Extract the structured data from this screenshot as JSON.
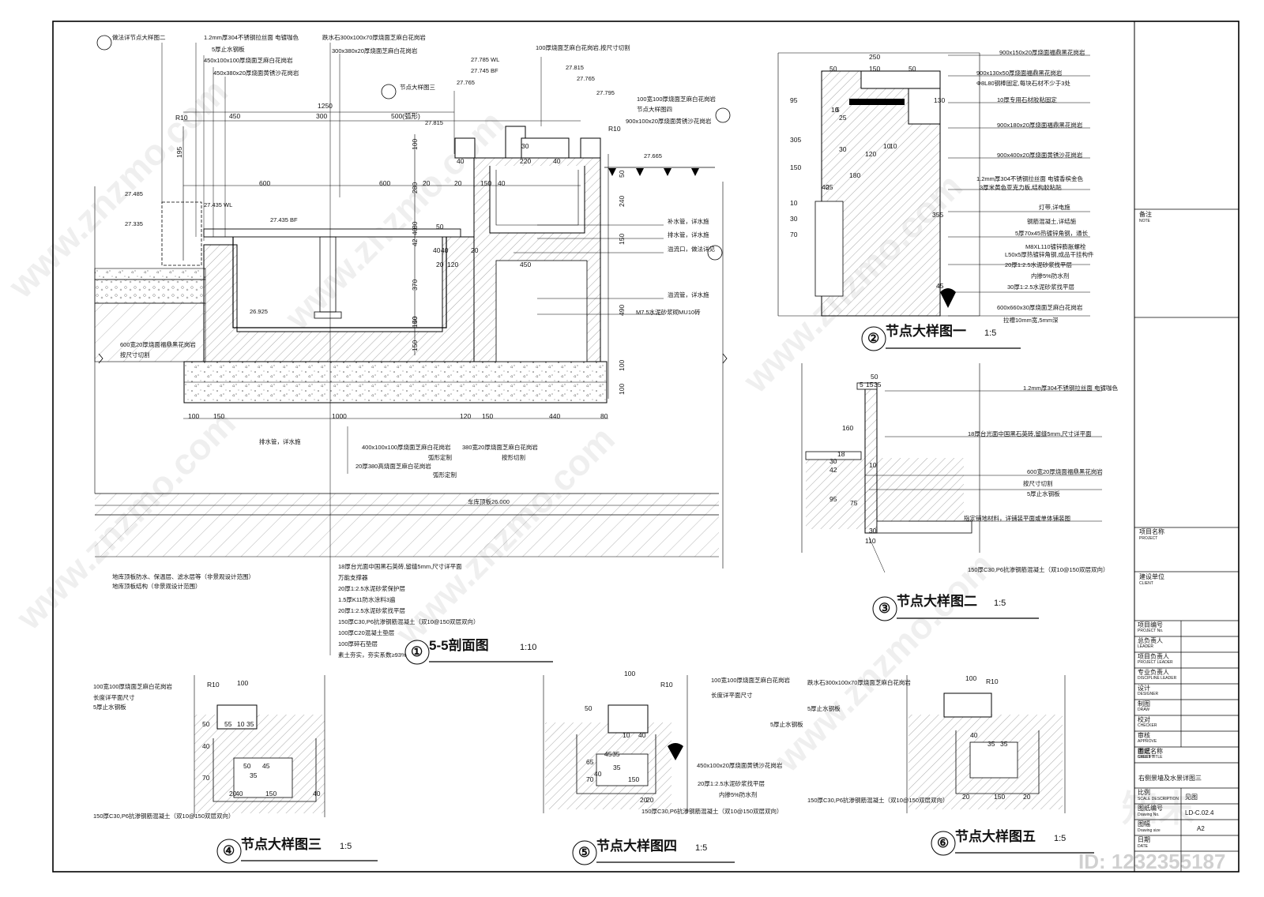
{
  "drawing": {
    "sheet_title": "右侧景墙及水景详图三",
    "sheet_no": "LD-C.02.4",
    "drawing_size": "A2",
    "ratio_value": "见图",
    "id_watermark": "ID: 1232355187",
    "brand_watermark": "知末",
    "site_watermark": "www.znzmo.com"
  },
  "title_block": {
    "note": {
      "cn": "备注",
      "en": "NOTE"
    },
    "project": {
      "cn": "项目名称",
      "en": "PROJECT"
    },
    "client": {
      "cn": "建设单位",
      "en": "CLIENT"
    },
    "roles": [
      {
        "cn": "项目编号",
        "en": "PROJECT No."
      },
      {
        "cn": "总负责人",
        "en": "LEADER"
      },
      {
        "cn": "项目负责人",
        "en": "PROJECT LEADER"
      },
      {
        "cn": "专业负责人",
        "en": "DISCIPLINE LEADER"
      },
      {
        "cn": "设计",
        "en": "DESIGNER"
      },
      {
        "cn": "制图",
        "en": "DRAW"
      },
      {
        "cn": "校对",
        "en": "CHECKER"
      },
      {
        "cn": "审核",
        "en": "APPROVE"
      },
      {
        "cn": "审定",
        "en": "CERTIFY"
      }
    ],
    "sheet_title_label": {
      "cn": "图纸名称",
      "en": "SHEET TITLE"
    },
    "ratio_label": {
      "cn": "比例",
      "en": "SCALE DESCRIPTION"
    },
    "sheet_no_label": {
      "cn": "图纸编号",
      "en": "Drawing No."
    },
    "size_label": {
      "cn": "图幅",
      "en": "Drawing size"
    },
    "date_label": {
      "cn": "日期",
      "en": "DATE"
    }
  },
  "details": [
    {
      "num": "①",
      "title": "5-5剖面图",
      "scale": "1:10"
    },
    {
      "num": "②",
      "title": "节点大样图一",
      "scale": "1:5"
    },
    {
      "num": "③",
      "title": "节点大样图二",
      "scale": "1:5"
    },
    {
      "num": "④",
      "title": "节点大样图三",
      "scale": "1:5"
    },
    {
      "num": "⑤",
      "title": "节点大样图四",
      "scale": "1:5"
    },
    {
      "num": "⑥",
      "title": "节点大样图五",
      "scale": "1:5"
    }
  ],
  "section": {
    "top_notes": [
      "做法详节点大样图二",
      "1.2mm厚304不锈钢拉丝面 电镀咖色",
      "5厚止水钢板",
      "450x100x100厚烧面芝麻白花岗岩",
      "450x380x20厚烧面黄锈沙花岗岩",
      "跌水石300x100x70厚烧面芝麻白花岗岩",
      "300x380x20厚烧面芝麻白花岗岩",
      "100厚烧面芝麻白花岗岩,按尺寸切割",
      "节点大样图三",
      "100宽100厚烧面芝麻白花岗岩",
      "节点大样图四",
      "900x100x20厚烧面黄锈沙花岗岩"
    ],
    "elevations": [
      "27.785 WL",
      "27.745 BF",
      "27.815",
      "27.765",
      "27.765",
      "27.795",
      "27.815",
      "27.665",
      "27.485",
      "27.335",
      "27.435 WL",
      "27.435 BF",
      "26.925",
      "车库顶板26.000"
    ],
    "right_notes": [
      "补水管，详水施",
      "排水管，详水施",
      "溢流口，做法详见",
      "溢流管，详水施",
      "M7.5水泥砂浆砌MU10砖"
    ],
    "left_notes": [
      "600宽20厚烧面福鼎黑花岗岩",
      "按尺寸切割"
    ],
    "bottom_notes": [
      "排水管，详水施",
      "400x100x100厚烧面芝麻白花岗岩",
      "弧形定制",
      "20厚380高烧面芝麻白花岗岩",
      "弧形定制",
      "380宽20厚烧面芝麻白花岗岩",
      "按形切割"
    ],
    "garage_notes": [
      "地库顶板防水、保温层、滤水层等（非景观设计范围）",
      "地库顶板结构（非景观设计范围）"
    ],
    "layers": [
      "18厚台光面中国黑石英砖,留缝5mm,尺寸详平面",
      "万能支撑器",
      "20厚1:2.5水泥砂浆保护层",
      "1.5厚K11防水涂料3遍",
      "20厚1:2.5水泥砂浆找平层",
      "150厚C30,P6抗渗钢筋混凝土（双10@150双层双向）",
      "100厚C20混凝土垫层",
      "100厚碎石垫层",
      "素土夯实，夯实系数≥93%"
    ],
    "dims_top": [
      "1250",
      "450",
      "300",
      "500(弧形)",
      "600",
      "600",
      "40",
      "220",
      "40",
      "30",
      "R10",
      "R10"
    ],
    "dims_bottom": [
      "100",
      "150",
      "1000",
      "120",
      "150",
      "440",
      "80"
    ],
    "dims_mid": [
      "20",
      "20",
      "150",
      "40",
      "450",
      "120",
      "40",
      "20",
      "50",
      "20",
      "40"
    ],
    "dims_vert": [
      "195",
      "100",
      "280",
      "80",
      "370",
      "150",
      "100",
      "100",
      "50",
      "240",
      "150",
      "490",
      "150",
      "40",
      "42",
      "40"
    ]
  },
  "detail1": {
    "notes": [
      "900x150x20厚烧面福鼎黑花岗岩",
      "900x130x50厚烧面福鼎黑花岗岩",
      "Φ8L80钢棒固定,每块石材不少于3处",
      "10厚专用石材胶粘固定",
      "900x180x20厚烧面福鼎黑花岗岩",
      "900x400x20厚烧面黄锈沙花岗岩",
      "1.2mm厚304不锈钢拉丝面 电镀香槟金色",
      "3厚米黄色亚克力板,结构胶粘贴",
      "灯带,详电施",
      "钢筋混凝土,详结施",
      "5厚70x45热镀锌角钢，通长",
      "M8XL110镀锌膨胀螺栓",
      "L50x5厚热镀锌角钢,成品干挂构件",
      "20厚1:2.5水泥砂浆找平层",
      "内掺5%防水剂",
      "30厚1:2.5水泥砂浆找平层",
      "600x660x30厚烧面芝麻白花岗岩",
      "拉槽10mm宽,5mm深"
    ],
    "dims": [
      "250",
      "50",
      "150",
      "50",
      "10",
      "5",
      "25",
      "30",
      "120",
      "10",
      "10",
      "40",
      "25",
      "95",
      "130",
      "305",
      "180",
      "150",
      "355",
      "10",
      "30",
      "70",
      "45"
    ]
  },
  "detail2": {
    "notes": [
      "1.2mm厚304不锈钢拉丝面 电镀咖色",
      "18厚台光面中国黑石英砖,留缝5mm,尺寸详平面",
      "600宽20厚烧面福鼎黑花岗岩",
      "按尺寸切割",
      "5厚止水钢板",
      "指定铺地材料，详铺装平面或单体铺装图",
      "150厚C30,P6抗渗钢筋混凝土（双10@150双层双向）"
    ],
    "dims": [
      "50",
      "5",
      "15",
      "35",
      "160",
      "30",
      "42",
      "18",
      "10",
      "95",
      "75",
      "30",
      "110"
    ]
  },
  "detail3": {
    "notes": [
      "100宽100厚烧面芝麻白花岗岩",
      "长度详平面尺寸",
      "5厚止水钢板",
      "150厚C30,P6抗渗钢筋混凝土（双10@150双层双向）"
    ],
    "dims": [
      "R10",
      "100",
      "50",
      "55",
      "10",
      "35",
      "40",
      "50",
      "45",
      "35",
      "70",
      "20",
      "40",
      "150",
      "40"
    ]
  },
  "detail4": {
    "notes": [
      "100宽100厚烧面芝麻白花岗岩",
      "长度详平面尺寸",
      "5厚止水钢板",
      "450x100x20厚烧面黄锈沙花岗岩",
      "20厚1:2.5水泥砂浆找平层",
      "内掺5%防水剂",
      "150厚C30,P6抗渗钢筋混凝土（双10@150双层双向）"
    ],
    "dims": [
      "100",
      "R10",
      "50",
      "10",
      "40",
      "45",
      "35",
      "35",
      "65",
      "70",
      "40",
      "150",
      "20",
      "20"
    ]
  },
  "detail5": {
    "notes": [
      "跌水石300x100x70厚烧面芝麻白花岗岩",
      "5厚止水钢板",
      "150厚C30,P6抗渗钢筋混凝土（双10@150双层双向）"
    ],
    "dims": [
      "100",
      "R10",
      "40",
      "35",
      "35",
      "20",
      "150",
      "20"
    ]
  }
}
